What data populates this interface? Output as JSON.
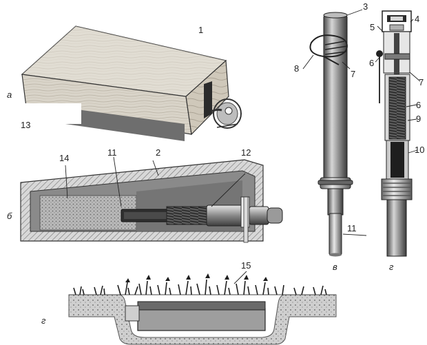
{
  "figure": {
    "section_labels": {
      "a": "а",
      "b": "б",
      "v": "в",
      "g": "г",
      "r": "г"
    },
    "callouts": {
      "n1": "1",
      "n2": "2",
      "n3": "3",
      "n4": "4",
      "n5": "5",
      "n6": "6",
      "n6b": "6",
      "n7": "7",
      "n7b": "7",
      "n8": "8",
      "n9": "9",
      "n10": "10",
      "n11": "11",
      "n11b": "11",
      "n12": "12",
      "n13": "13",
      "n14": "14",
      "n15": "15"
    }
  }
}
